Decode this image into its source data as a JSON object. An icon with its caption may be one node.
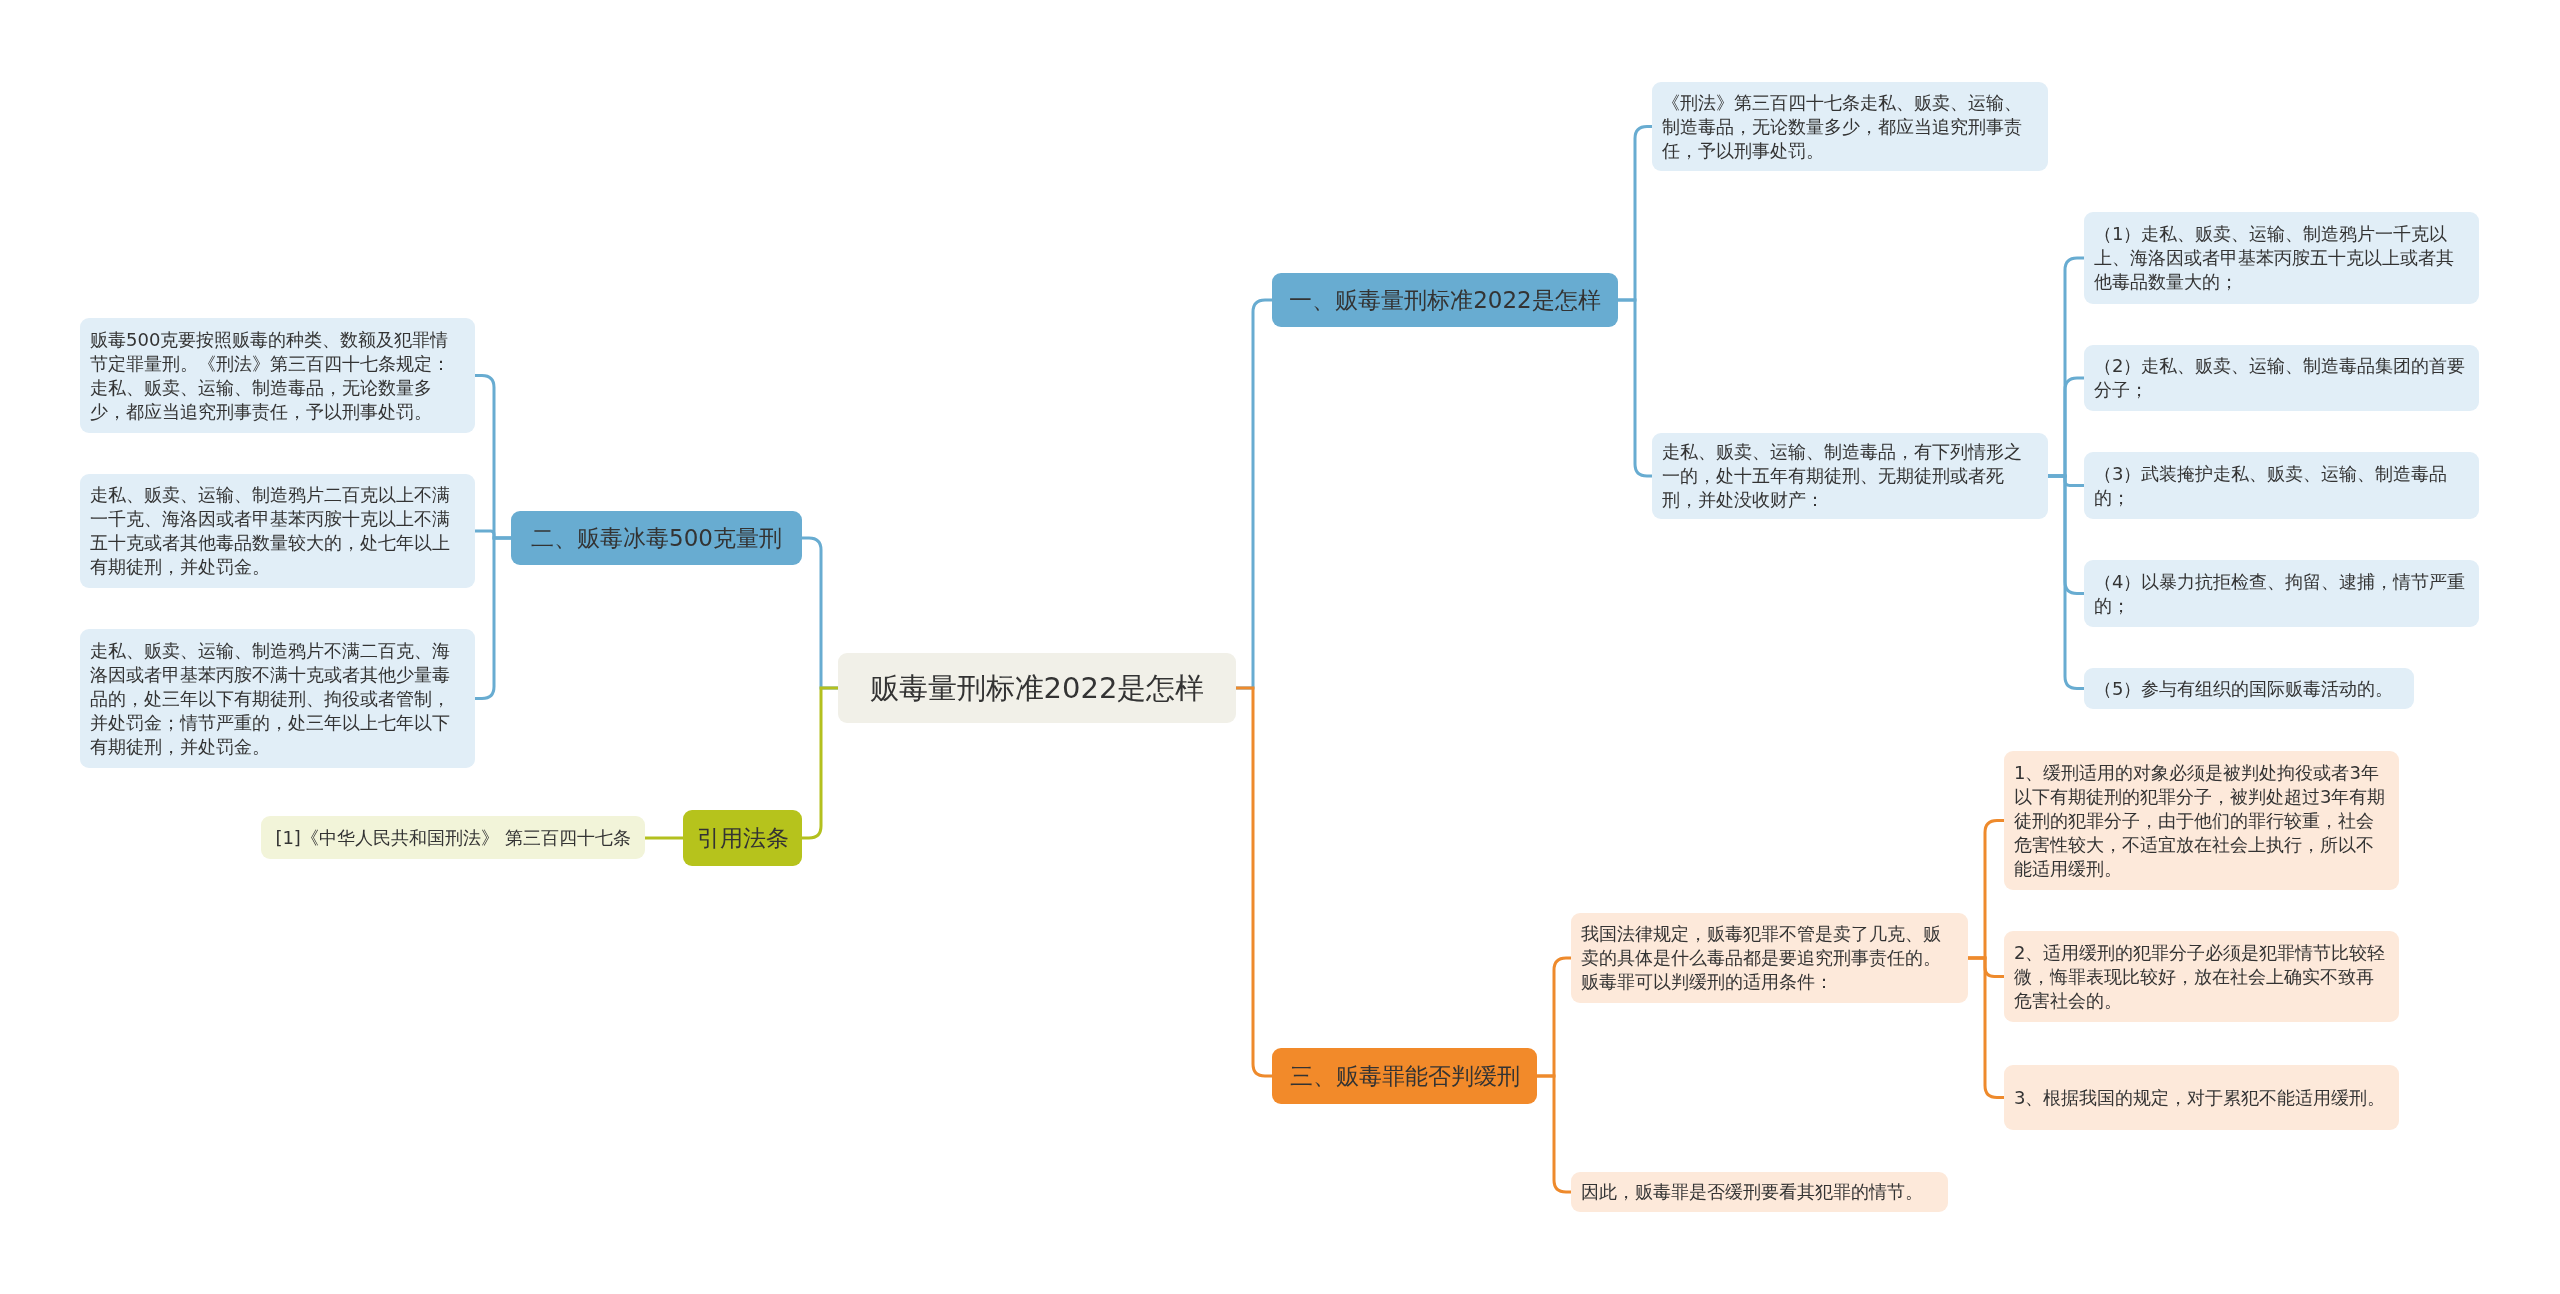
{
  "diagram": {
    "nodes": [
      {
        "text": [
          "贩毒量刑标准2022是怎样"
        ]
      },
      {
        "text": [
          "一、贩毒量刑标准2022是怎样"
        ]
      },
      {
        "text": [
          "《刑法》第三百四十七条走私、贩卖、运输、制造毒品，无论数量多少，都应当追究刑事责任，予以刑事处罚。"
        ]
      },
      {
        "text": [
          "走私、贩卖、运输、制造毒品，有下列情形之一的，处十五年有期徒刑、无期徒刑或者死刑，并处没收财产："
        ]
      },
      {
        "text": [
          "（1）走私、贩卖、运输、制造鸦片一千克以上、海洛因或者甲基苯丙胺五十克以上或者其他毒品数量大的；"
        ]
      },
      {
        "text": [
          "（2）走私、贩卖、运输、制造毒品集团的首要分子；"
        ]
      },
      {
        "text": [
          "（3）武装掩护走私、贩卖、运输、制造毒品的；"
        ]
      },
      {
        "text": [
          "（4）以暴力抗拒检查、拘留、逮捕，情节严重的；"
        ]
      },
      {
        "text": [
          "（5）参与有组织的国际贩毒活动的。"
        ]
      },
      {
        "text": [
          "三、贩毒罪能否判缓刑"
        ]
      },
      {
        "text": [
          "我国法律规定，贩毒犯罪不管是卖了几克、贩卖的具体是什么毒品都是要追究刑事责任的。贩毒罪可以判缓刑的适用条件："
        ]
      },
      {
        "text": [
          "1、缓刑适用的对象必须是被判处拘役或者3年以下有期徒刑的犯罪分子，被判处超过3年有期徒刑的犯罪分子，由于他们的罪行较重，社会危害性较大，不适宜放在社会上执行，所以不能适用缓刑。"
        ]
      },
      {
        "text": [
          "2、适用缓刑的犯罪分子必须是犯罪情节比较轻微，悔罪表现比较好，放在社会上确实不致再危害社会的。"
        ]
      },
      {
        "text": [
          "3、根据我国的规定，对于累犯不能适用缓刑。"
        ]
      },
      {
        "text": [
          "因此，贩毒罪是否缓刑要看其犯罪的情节。"
        ]
      },
      {
        "text": [
          "二、贩毒冰毒500克量刑"
        ]
      },
      {
        "text": [
          "贩毒500克要按照贩毒的种类、数额及犯罪情节定罪量刑。《刑法》第三百四十七条规定：走私、贩卖、运输、制造毒品，无论数量多少，都应当追究刑事责任，予以刑事处罚。"
        ]
      },
      {
        "text": [
          "走私、贩卖、运输、制造鸦片二百克以上不满一千克、海洛因或者甲基苯丙胺十克以上不满五十克或者其他毒品数量较大的，处七年以上有期徒刑，并处罚金。"
        ]
      },
      {
        "text": [
          "走私、贩卖、运输、制造鸦片不满二百克、海洛因或者甲基苯丙胺不满十克或者其他少量毒品的，处三年以下有期徒刑、拘役或者管制，并处罚金；情节严重的，处三年以上七年以下有期徒刑，并处罚金。"
        ]
      },
      {
        "text": [
          "引用法条"
        ]
      },
      {
        "text": [
          "[1]《中华人民共和国刑法》 第三百四十七条"
        ]
      }
    ],
    "edges": [
      {
        "from": 0,
        "to": 1,
        "arrow": "none"
      },
      {
        "from": 1,
        "to": 2,
        "arrow": "none"
      },
      {
        "from": 1,
        "to": 3,
        "arrow": "none"
      },
      {
        "from": 3,
        "to": 4,
        "arrow": "none"
      },
      {
        "from": 3,
        "to": 5,
        "arrow": "none"
      },
      {
        "from": 3,
        "to": 6,
        "arrow": "none"
      },
      {
        "from": 3,
        "to": 7,
        "arrow": "none"
      },
      {
        "from": 3,
        "to": 8,
        "arrow": "none"
      },
      {
        "from": 0,
        "to": 9,
        "arrow": "none",
        "color": "#ee8a2c"
      },
      {
        "from": 9,
        "to": 10,
        "arrow": "none",
        "color": "#ee8a2c"
      },
      {
        "from": 10,
        "to": 11,
        "arrow": "none",
        "color": "#ee8a2c"
      },
      {
        "from": 10,
        "to": 12,
        "arrow": "none",
        "color": "#ee8a2c"
      },
      {
        "from": 10,
        "to": 13,
        "arrow": "none",
        "color": "#ee8a2c"
      },
      {
        "from": 9,
        "to": 14,
        "arrow": "none",
        "color": "#ee8a2c"
      },
      {
        "from": 0,
        "to": 15,
        "arrow": "none"
      },
      {
        "from": 15,
        "to": 16,
        "arrow": "none"
      },
      {
        "from": 15,
        "to": 17,
        "arrow": "none"
      },
      {
        "from": 15,
        "to": 18,
        "arrow": "none"
      },
      {
        "from": 0,
        "to": 19,
        "arrow": "none",
        "color": "#b3c01e"
      },
      {
        "from": 19,
        "to": 20,
        "arrow": "none",
        "color": "#b3c01e"
      }
    ]
  }
}
